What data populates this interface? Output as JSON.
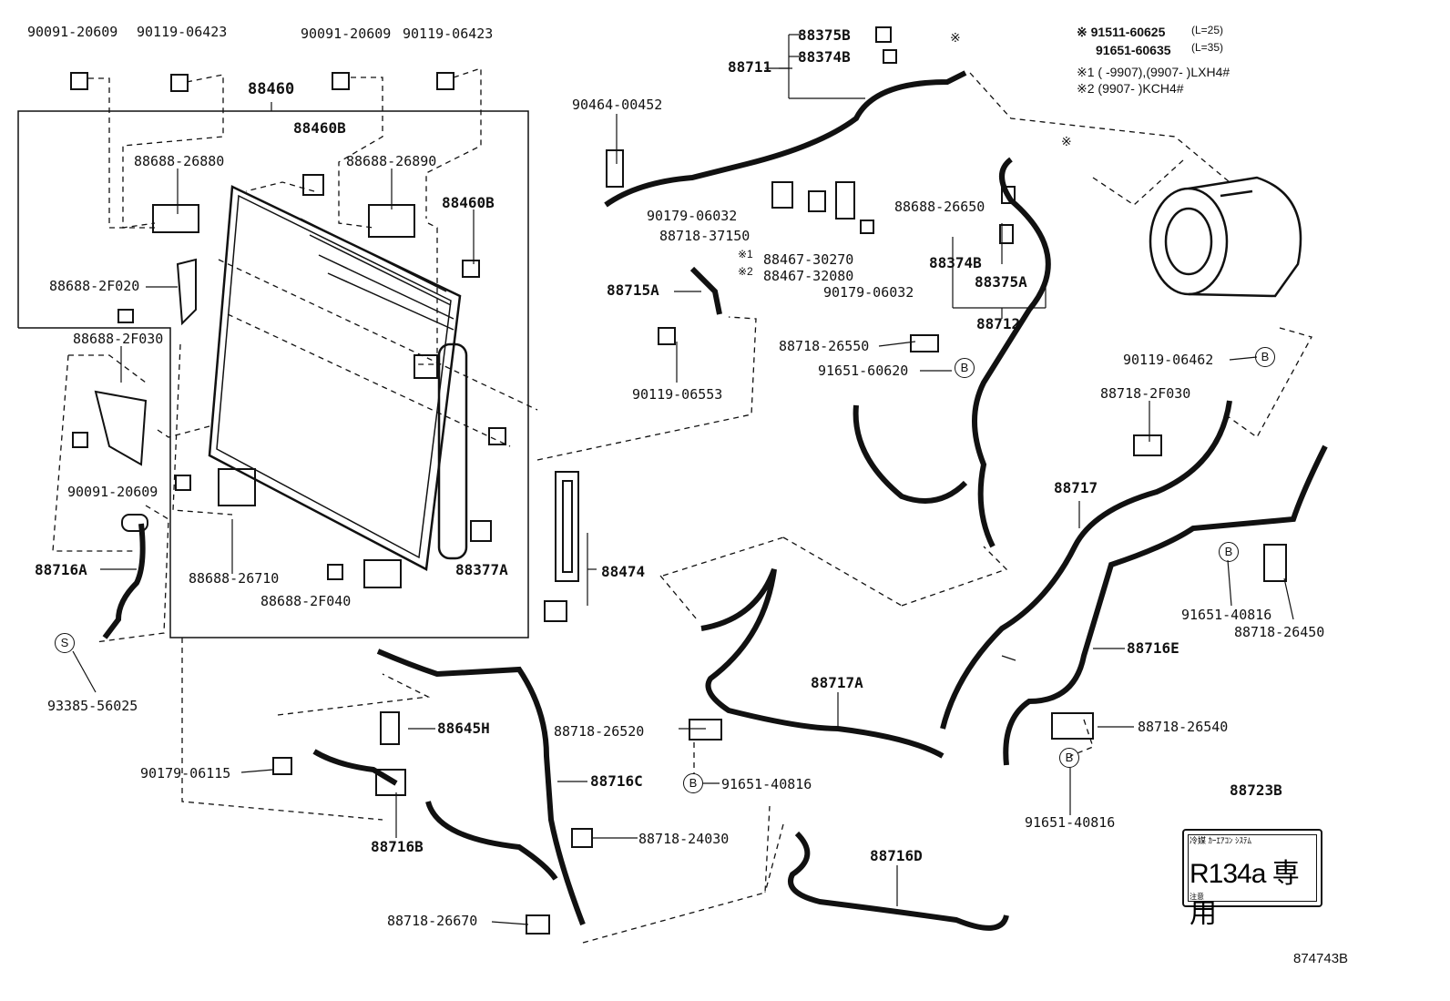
{
  "diagram_id": "874743B",
  "part_labels": [
    {
      "id": "p1",
      "text": "90091-20609"
    },
    {
      "id": "p2",
      "text": "90119-06423"
    },
    {
      "id": "p3",
      "text": "90091-20609"
    },
    {
      "id": "p4",
      "text": "90119-06423"
    },
    {
      "id": "p5",
      "text": "88460"
    },
    {
      "id": "p6",
      "text": "88460B"
    },
    {
      "id": "p7",
      "text": "88688-26880"
    },
    {
      "id": "p8",
      "text": "88688-26890"
    },
    {
      "id": "p9",
      "text": "88460B"
    },
    {
      "id": "p10",
      "text": "88688-2F020"
    },
    {
      "id": "p11",
      "text": "88688-2F030"
    },
    {
      "id": "p12",
      "text": "90091-20609"
    },
    {
      "id": "p13",
      "text": "88716A"
    },
    {
      "id": "p14",
      "text": "88688-26710"
    },
    {
      "id": "p15",
      "text": "88377A"
    },
    {
      "id": "p16",
      "text": "88688-2F040"
    },
    {
      "id": "p17",
      "text": "93385-56025"
    },
    {
      "id": "p18",
      "text": "88375B"
    },
    {
      "id": "p19",
      "text": "88711"
    },
    {
      "id": "p20",
      "text": "88374B"
    },
    {
      "id": "p21",
      "text": "90464-00452"
    },
    {
      "id": "p22",
      "text": "90179-06032"
    },
    {
      "id": "p23",
      "text": "88718-37150"
    },
    {
      "id": "p24",
      "text": "88688-26650"
    },
    {
      "id": "p25",
      "text": "88467-30270"
    },
    {
      "id": "p26",
      "text": "88467-32080"
    },
    {
      "id": "p27",
      "text": "90179-06032"
    },
    {
      "id": "p28",
      "text": "88374B"
    },
    {
      "id": "p29",
      "text": "88375A"
    },
    {
      "id": "p30",
      "text": "88712"
    },
    {
      "id": "p31",
      "text": "88715A"
    },
    {
      "id": "p32",
      "text": "90119-06553"
    },
    {
      "id": "p33",
      "text": "88718-26550"
    },
    {
      "id": "p34",
      "text": "91651-60620"
    },
    {
      "id": "p35",
      "text": "90119-06462"
    },
    {
      "id": "p36",
      "text": "88718-2F030"
    },
    {
      "id": "p37",
      "text": "88717"
    },
    {
      "id": "p38",
      "text": "88474"
    },
    {
      "id": "p39",
      "text": "91651-40816"
    },
    {
      "id": "p40",
      "text": "88718-26450"
    },
    {
      "id": "p41",
      "text": "88716E"
    },
    {
      "id": "p42",
      "text": "88717A"
    },
    {
      "id": "p43",
      "text": "88645H"
    },
    {
      "id": "p44",
      "text": "88718-26520"
    },
    {
      "id": "p45",
      "text": "91651-40816"
    },
    {
      "id": "p46",
      "text": "88718-26540"
    },
    {
      "id": "p47",
      "text": "90179-06115"
    },
    {
      "id": "p48",
      "text": "88716C"
    },
    {
      "id": "p49",
      "text": "88716B"
    },
    {
      "id": "p50",
      "text": "88718-24030"
    },
    {
      "id": "p51",
      "text": "91651-40816"
    },
    {
      "id": "p52",
      "text": "88723B"
    },
    {
      "id": "p53",
      "text": "88716D"
    },
    {
      "id": "p54",
      "text": "88718-26670"
    }
  ],
  "ref_markers": [
    {
      "id": "r1",
      "text": "S"
    },
    {
      "id": "r2",
      "text": "B"
    },
    {
      "id": "r3",
      "text": "B"
    },
    {
      "id": "r4",
      "text": "B"
    },
    {
      "id": "r5",
      "text": "B"
    },
    {
      "id": "r6",
      "text": "B"
    }
  ],
  "notes": {
    "line1_part": "※ 91511-60625",
    "line1_len": "(L=25)",
    "line2_part": "91651-60635",
    "line2_len": "(L=35)",
    "line3": "※1 (        -9907),(9907-        )LXH4#",
    "line4": "※2 (9907-        )KCH4#",
    "mark_a": "※",
    "mark_b": "※",
    "mark_c1": "※1",
    "mark_c2": "※2"
  },
  "label_plate": {
    "row1": "冷媒 ｶｰｴｱｺﾝ ｼｽﾃﾑ",
    "main": "R134a 専用",
    "row3": "注意"
  }
}
